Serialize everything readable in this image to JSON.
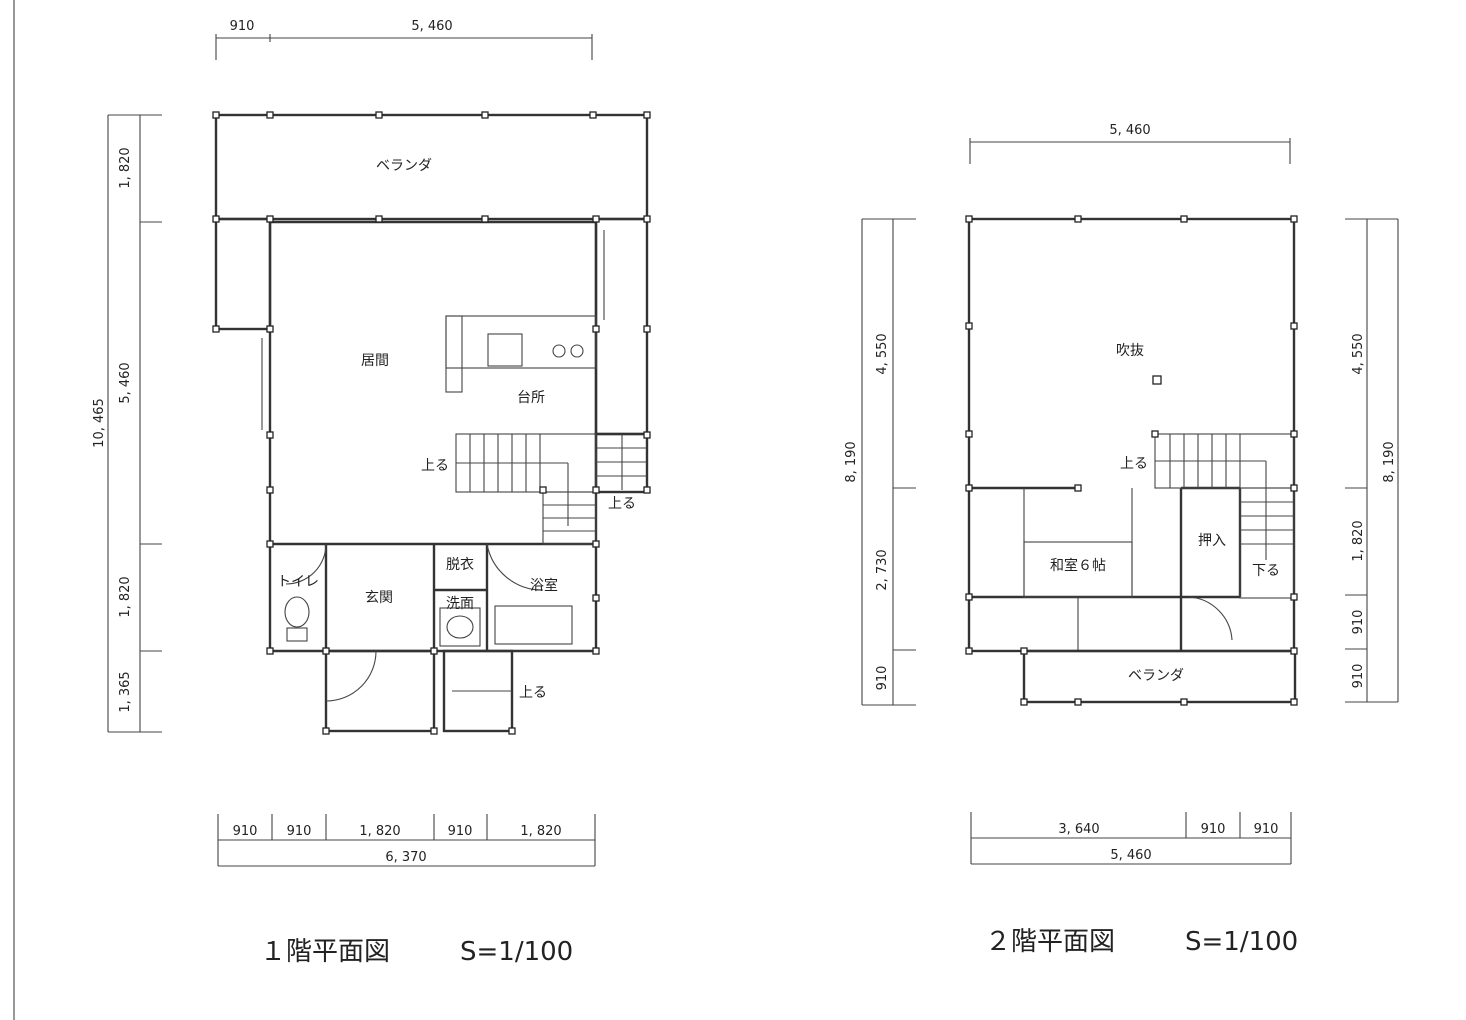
{
  "floor1": {
    "title": "１階平面図",
    "scale": "S=1/100",
    "top_dims": [
      "910",
      "5, 460"
    ],
    "left_dims": [
      "1, 820",
      "5, 460",
      "1, 820",
      "1, 365"
    ],
    "left_total": "10, 465",
    "bottom_dims": [
      "910",
      "910",
      "1, 820",
      "910",
      "1, 820"
    ],
    "bottom_total": "6, 370",
    "rooms": {
      "veranda": "ベランダ",
      "living": "居間",
      "kitchen": "台所",
      "toilet": "トイレ",
      "entrance": "玄関",
      "dressing": "脱衣",
      "washroom": "洗面",
      "bath": "浴室",
      "up1": "上る",
      "up2": "上る",
      "up3": "上る"
    }
  },
  "floor2": {
    "title": "２階平面図",
    "scale": "S=1/100",
    "top_dim": "5, 460",
    "left_dims": [
      "4, 550",
      "2, 730",
      "910"
    ],
    "left_total": "8, 190",
    "right_dims": [
      "4, 550",
      "1, 820",
      "910",
      "910"
    ],
    "right_total": "8, 190",
    "bottom_dims": [
      "3, 640",
      "910",
      "910"
    ],
    "bottom_total": "5, 460",
    "rooms": {
      "void": "吹抜",
      "up": "上る",
      "closet": "押入",
      "down": "下る",
      "japanese": "和室６帖",
      "veranda": "ベランダ"
    }
  }
}
